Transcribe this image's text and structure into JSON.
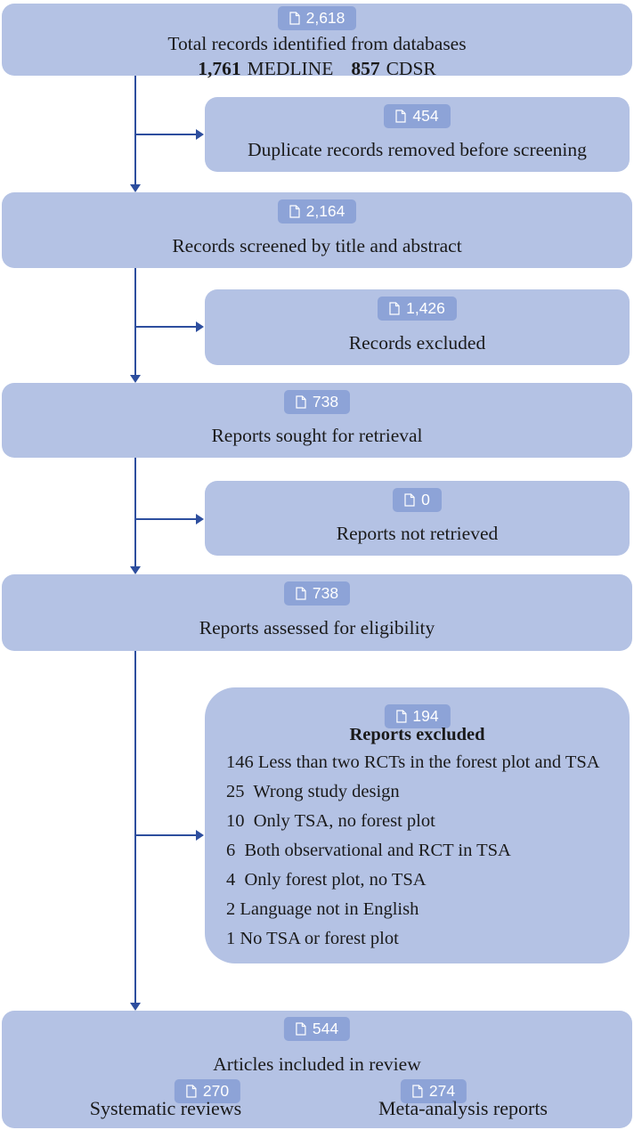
{
  "palette": {
    "box_fill": "#b4c2e4",
    "badge_fill": "#8da3d7",
    "badge_text": "#ffffff",
    "arrow": "#2d4e9e",
    "text": "#1a1a1a"
  },
  "flow": {
    "identified": {
      "count": "2,618",
      "label": "Total records identified from databases",
      "sources": [
        {
          "count": "1,761",
          "name": "MEDLINE"
        },
        {
          "count": "857",
          "name": "CDSR"
        }
      ]
    },
    "duplicates_removed": {
      "count": "454",
      "label": "Duplicate records removed before screening"
    },
    "screened": {
      "count": "2,164",
      "label": "Records screened by title and abstract"
    },
    "records_excluded": {
      "count": "1,426",
      "label": "Records excluded"
    },
    "sought": {
      "count": "738",
      "label": "Reports sought for retrieval"
    },
    "not_retrieved": {
      "count": "0",
      "label": "Reports not retrieved"
    },
    "assessed": {
      "count": "738",
      "label": "Reports assessed for eligibility"
    },
    "reports_excluded": {
      "count": "194",
      "title": "Reports excluded",
      "reasons": [
        "146 Less than two RCTs in the forest plot and TSA",
        "25  Wrong study design",
        "10  Only TSA, no forest plot",
        "6  Both observational and RCT in TSA",
        "4  Only forest plot, no TSA",
        "2 Language not in English",
        "1 No TSA or forest plot"
      ]
    },
    "included": {
      "count": "544",
      "label": "Articles included in review",
      "systematic_reviews": {
        "count": "270",
        "label": "Systematic reviews"
      },
      "meta_analysis": {
        "count": "274",
        "label": "Meta-analysis reports"
      }
    }
  }
}
